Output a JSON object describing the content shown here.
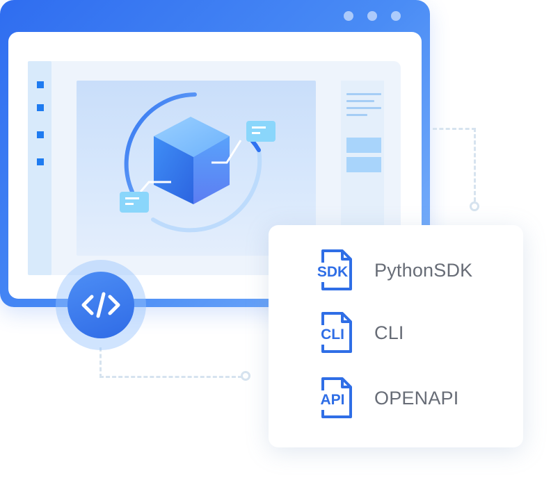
{
  "illustration": {
    "code_button_icon": "code-brackets-icon",
    "center_icon": "cube-icon"
  },
  "tools": [
    {
      "icon_text": "SDK",
      "label": "PythonSDK"
    },
    {
      "icon_text": "CLI",
      "label": "CLI"
    },
    {
      "icon_text": "API",
      "label": "OPENAPI"
    }
  ],
  "colors": {
    "primary": "#2f6df0",
    "accent_light": "#a8d4fb",
    "label_gray": "#676c76"
  }
}
